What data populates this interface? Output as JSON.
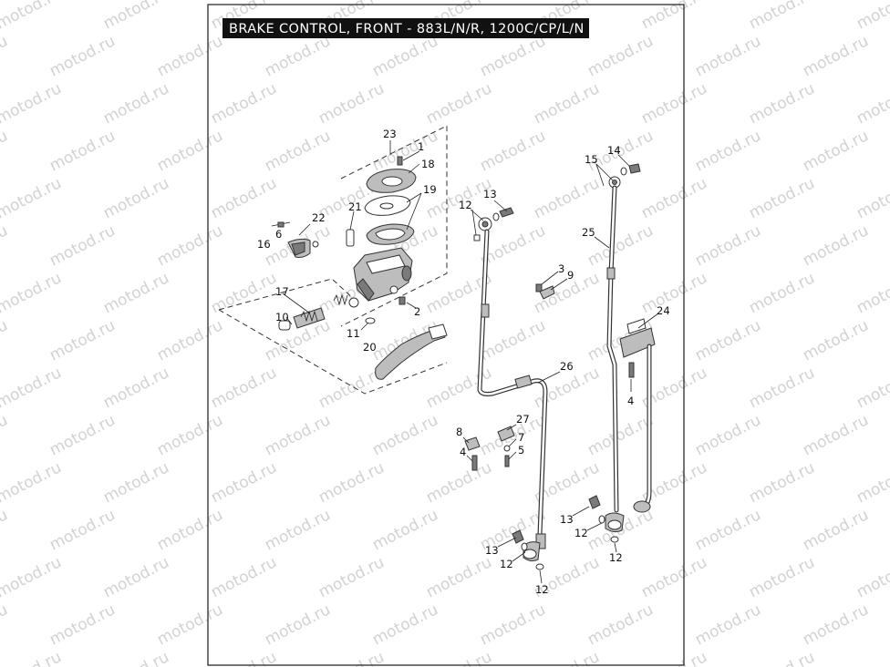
{
  "title": "BRAKE CONTROL, FRONT - 883L/N/R, 1200C/CP/L/N",
  "watermark": "motod.ru",
  "part_numbers": [
    "1",
    "2",
    "3",
    "4",
    "5",
    "6",
    "7",
    "8",
    "9",
    "10",
    "11",
    "12",
    "13",
    "14",
    "15",
    "16",
    "17",
    "18",
    "19",
    "20",
    "21",
    "22",
    "23",
    "24",
    "25",
    "26",
    "27"
  ],
  "callouts": {
    "c23": "23",
    "c1": "1",
    "c18": "18",
    "c19": "19",
    "c21": "21",
    "c22": "22",
    "c6": "6",
    "c16": "16",
    "c17": "17",
    "c10": "10",
    "c2": "2",
    "c11": "11",
    "c20": "20",
    "c12a": "12",
    "c13a": "13",
    "c3": "3",
    "c9": "9",
    "c26": "26",
    "c27": "27",
    "c8": "8",
    "c7": "7",
    "c4a": "4",
    "c5": "5",
    "c13b": "13",
    "c12b": "12",
    "c12c": "12",
    "c14": "14",
    "c15": "15",
    "c25": "25",
    "c24": "24",
    "c4b": "4",
    "c13c": "13",
    "c12d": "12",
    "c12e": "12"
  }
}
